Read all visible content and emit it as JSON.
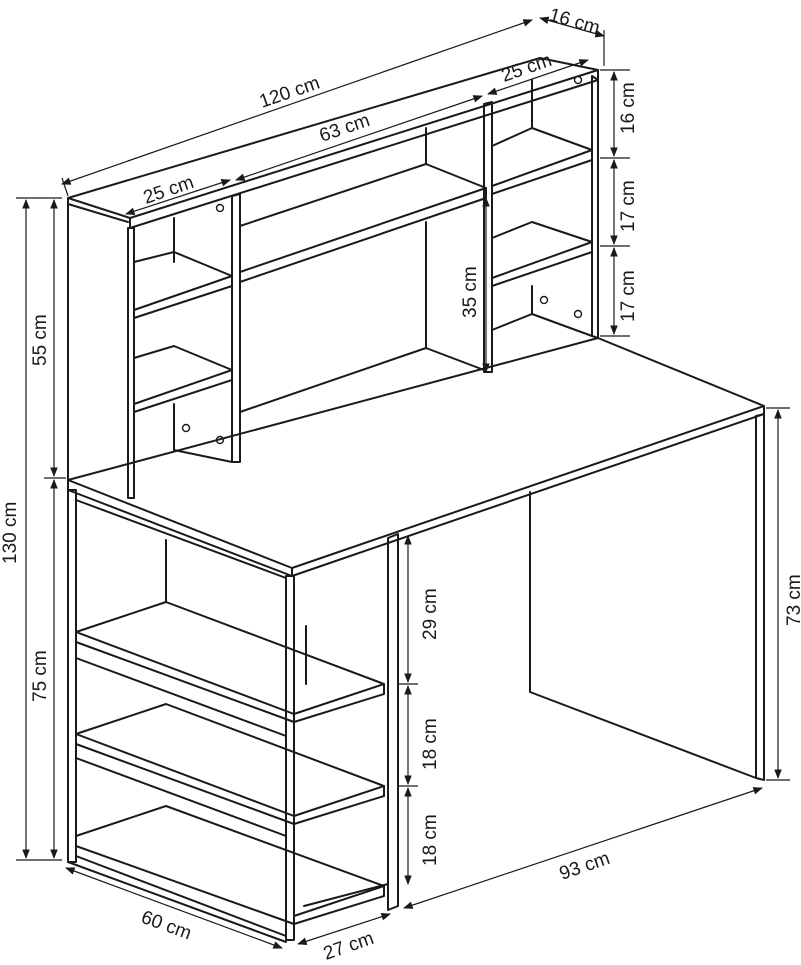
{
  "dimensions": {
    "hutch_width": "120 cm",
    "hutch_depth": "16 cm",
    "hutch_right_section": "25 cm",
    "hutch_middle_section": "63 cm",
    "hutch_left_section": "25 cm",
    "shelf_gap_top": "16 cm",
    "shelf_gap_middle": "17 cm",
    "shelf_gap_bottom": "17 cm",
    "hutch_inner_height": "35 cm",
    "hutch_height": "55 cm",
    "total_height": "130 cm",
    "desk_frame_height": "75 cm",
    "desk_height": "73 cm",
    "lower_gap_top": "29 cm",
    "lower_gap_middle": "18 cm",
    "lower_gap_bottom": "18 cm",
    "desk_width": "93 cm",
    "desk_depth": "60 cm",
    "shelf_unit_width": "27 cm"
  }
}
